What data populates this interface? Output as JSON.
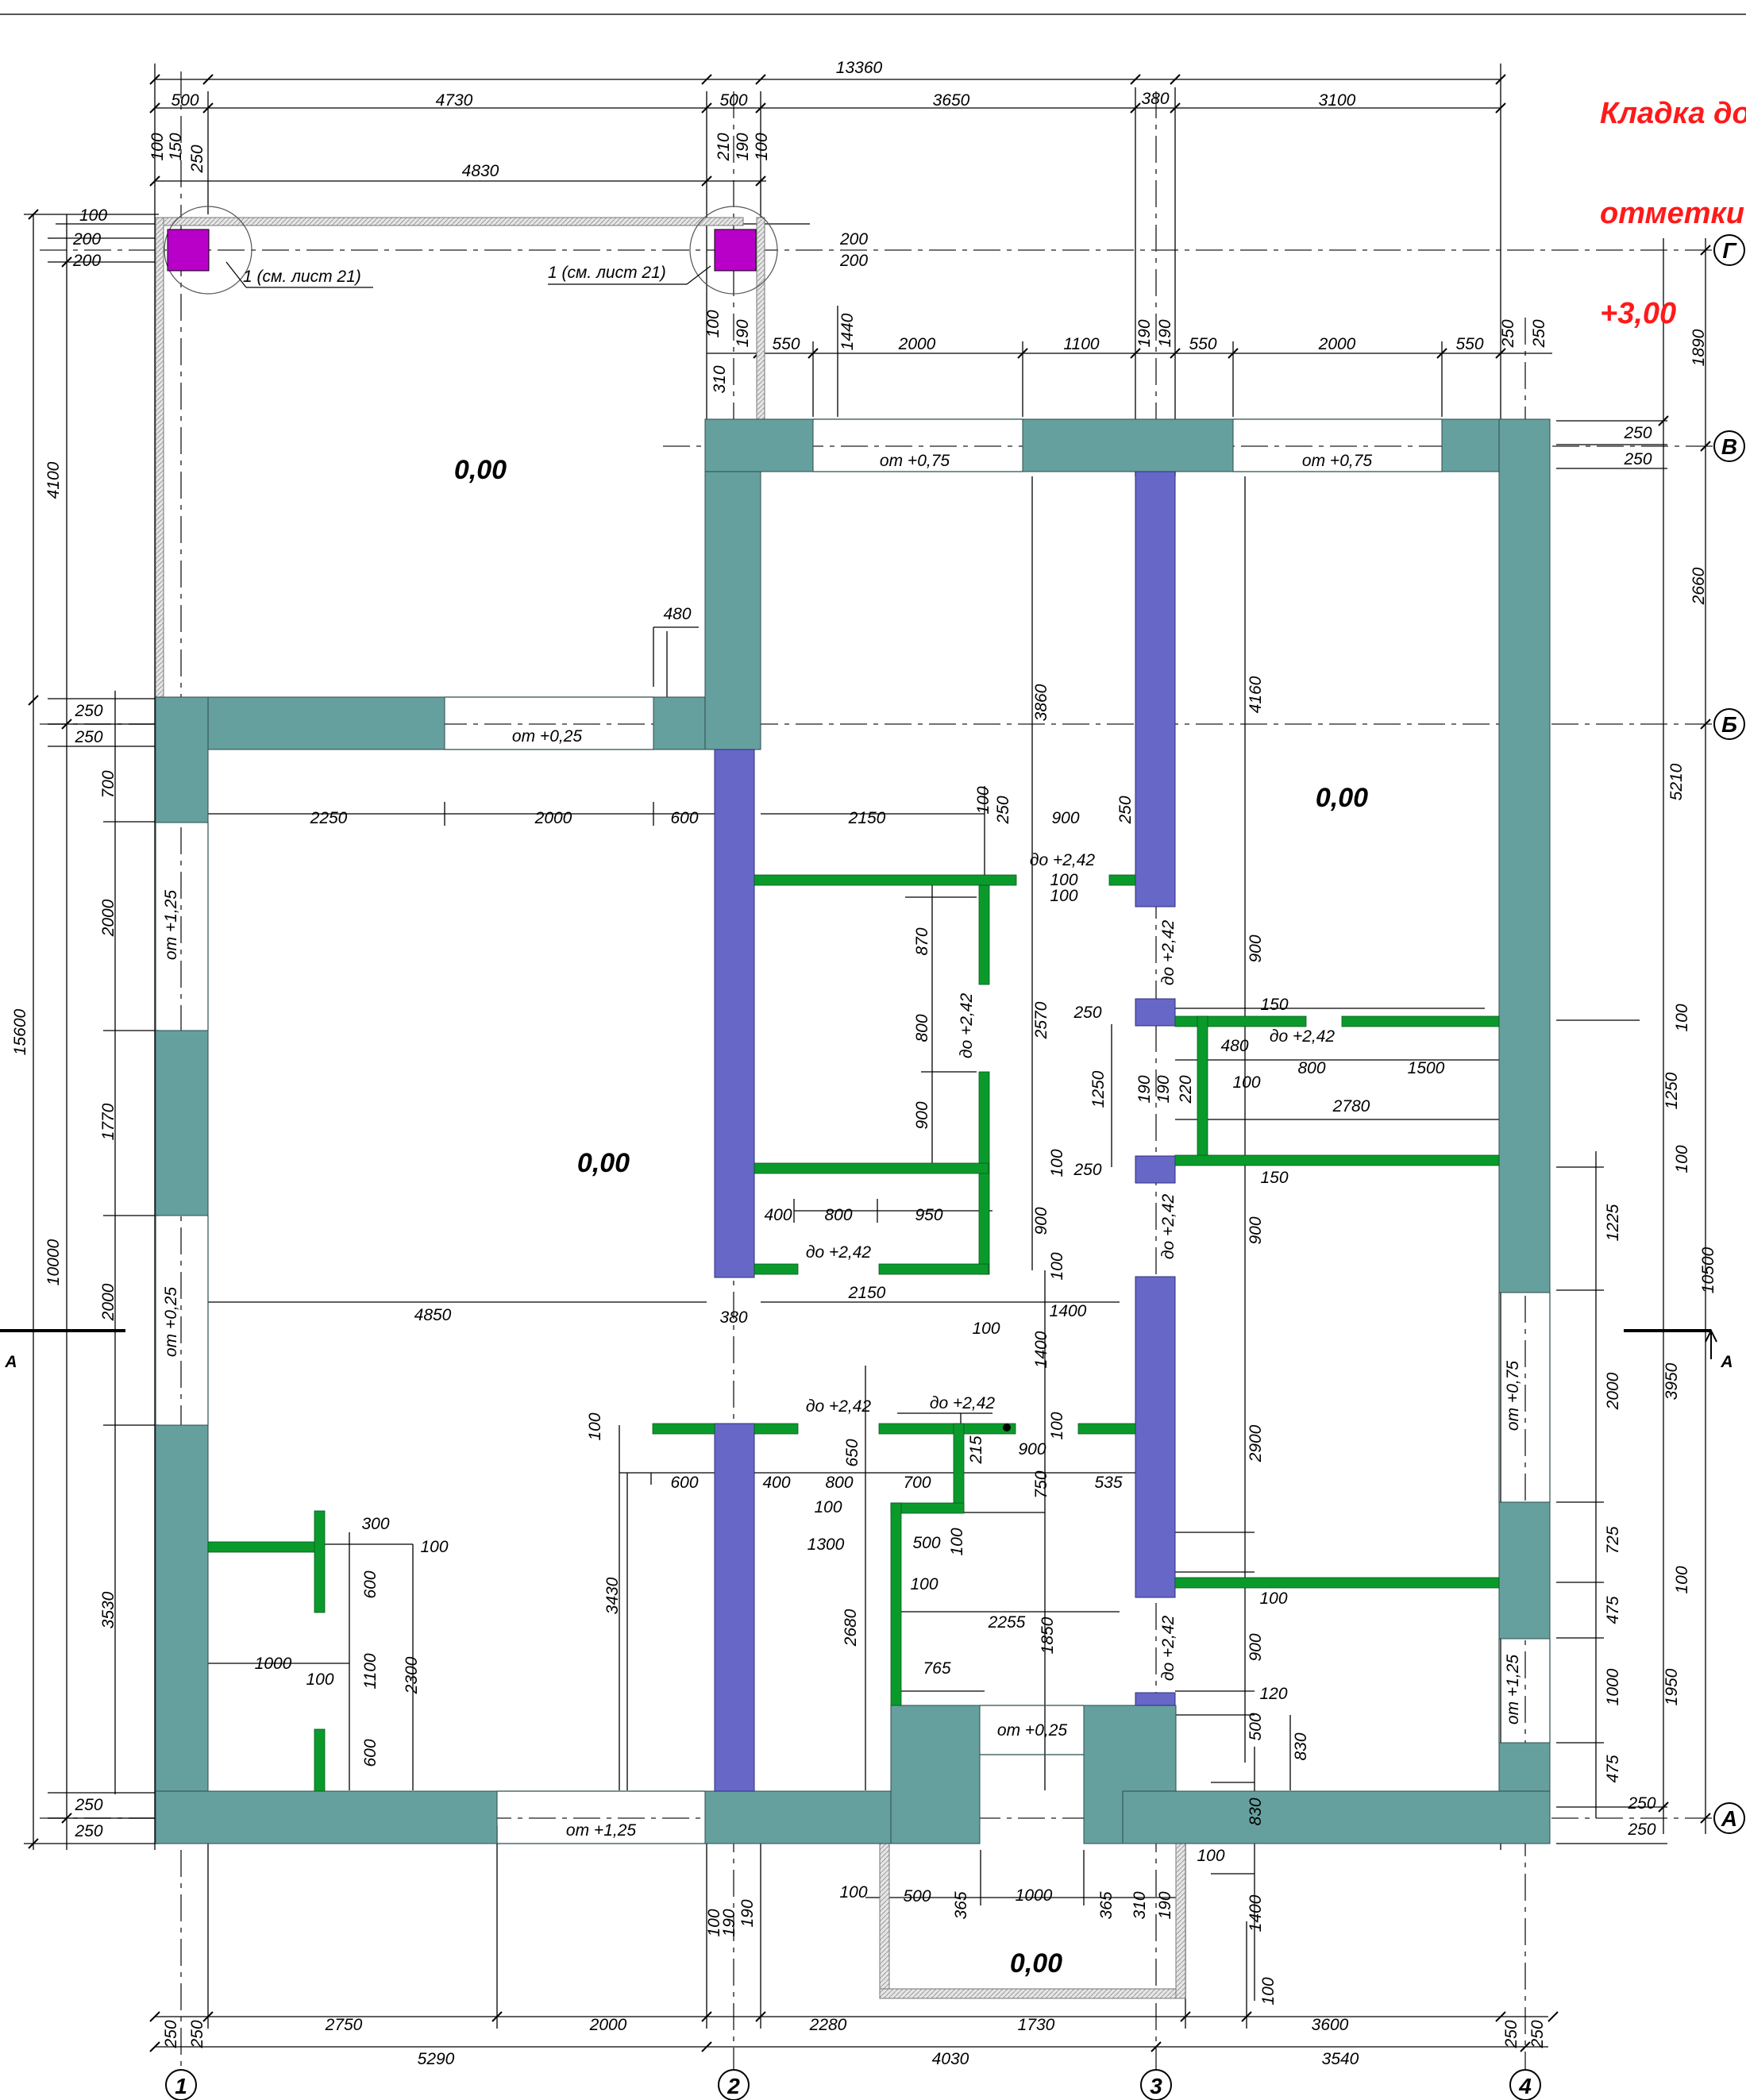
{
  "note": {
    "line1": "Кладка до",
    "line2": "отметки",
    "line3": "+3,00"
  },
  "colors": {
    "wall_main": "#66a09e",
    "wall_inner": "#6767c8",
    "partition": "#0a9a2c",
    "column": "#b800c8",
    "frame": "#c0c0c0"
  },
  "axes": {
    "vertical": [
      "1",
      "2",
      "3",
      "4"
    ],
    "horizontal": [
      "Г",
      "В",
      "Б",
      "А"
    ]
  },
  "section": {
    "left": "A",
    "right": "A"
  },
  "column_refs": {
    "left": "1 (см. лист 21)",
    "right": "1 (см. лист 21)"
  },
  "room_marks": {
    "top_left": "0,00",
    "right": "0,00",
    "center": "0,00",
    "porch": "0,00"
  },
  "levels": {
    "win_top_1": "от +0,75",
    "win_top_2": "от +0,75",
    "win_b": "от +0,25",
    "win_left_1": "от +1,25",
    "win_left_2": "от +0,25",
    "win_right_1": "от +0,75",
    "win_right_2": "от +1,25",
    "win_bottom": "от +1,25",
    "win_porch": "от +0,25",
    "p1": "до +2,42",
    "p2": "до +2,42",
    "p3": "до +2,42",
    "p4": "до +2,42",
    "p5": "до +2,42",
    "p6": "до +2,42",
    "p7": "до +2,42",
    "p8": "до +2,42",
    "p9": "до +2,42"
  },
  "dims": {
    "top_overall": "13360",
    "t_500a": "500",
    "t_4730": "4730",
    "t_500b": "500",
    "t_3650": "3650",
    "t_380": "380",
    "t_3100": "3100",
    "t_100": "100",
    "t_150": "150",
    "t_250": "250",
    "t_4830": "4830",
    "t_210": "210",
    "t_190": "190",
    "t_100b": "100",
    "c_100": "100",
    "c_200a": "200",
    "c_200b": "200",
    "c_200c": "200",
    "c_200d": "200",
    "v_100": "100",
    "v_190": "190",
    "v_310": "310",
    "v_1440": "1440",
    "r_550a": "550",
    "r_2000a": "2000",
    "r_1100": "1100",
    "r_190a": "190",
    "r_190b": "190",
    "r_550b": "550",
    "r_2000b": "2000",
    "r_550c": "550",
    "r_250a": "250",
    "r_250b": "250",
    "right_1890": "1890",
    "right_250a": "250",
    "right_250b": "250",
    "right_2660": "2660",
    "right_5210": "5210",
    "right_100a": "100",
    "right_1250": "1250",
    "right_100b": "100",
    "right_1225": "1225",
    "right_10500": "10500",
    "right_2000": "2000",
    "right_3950": "3950",
    "right_725": "725",
    "right_100c": "100",
    "right_475a": "475",
    "right_1000": "1000",
    "right_1950": "1950",
    "right_475b": "475",
    "right_250c": "250",
    "right_250d": "250",
    "left_15600": "15600",
    "left_4100": "4100",
    "left_250a": "250",
    "left_250b": "250",
    "left_700": "700",
    "left_2000a": "2000",
    "left_1770": "1770",
    "left_10000": "10000",
    "left_2000b": "2000",
    "left_3530": "3530",
    "left_250c": "250",
    "left_250d": "250",
    "i_480": "480",
    "i_2250": "2250",
    "i_2000": "2000",
    "i_600": "600",
    "i_2150a": "2150",
    "i_100a": "100",
    "i_250a": "250",
    "i_900a": "900",
    "i_250b": "250",
    "i_100b": "100",
    "i_100c": "100",
    "i_3860": "3860",
    "i_4160": "4160",
    "i_870": "870",
    "i_800a": "800",
    "i_2570": "2570",
    "i_900b": "900",
    "i_250c": "250",
    "i_150a": "150",
    "i_480b": "480",
    "i_800b": "800",
    "i_1500": "1500",
    "i_1250": "1250",
    "i_190c": "190",
    "i_190d": "190",
    "i_220": "220",
    "i_100d": "100",
    "i_2780": "2780",
    "i_900c": "900",
    "i_100e": "100",
    "i_250d": "250",
    "i_150b": "150",
    "i_400a": "400",
    "i_800c": "800",
    "i_950": "950",
    "i_900d": "900",
    "i_100f": "100",
    "i_2150b": "2150",
    "i_900e": "900",
    "i_4850": "4850",
    "i_380": "380",
    "i_100g": "100",
    "i_1400a": "1400",
    "i_1400b": "1400",
    "i_100h": "100",
    "i_650": "650",
    "i_215": "215",
    "i_900f": "900",
    "i_100i": "100",
    "i_2900": "2900",
    "i_600b": "600",
    "i_400b": "400",
    "i_800d": "800",
    "i_700": "700",
    "i_535": "535",
    "i_750": "750",
    "i_100j": "100",
    "i_1300": "1300",
    "i_500": "500",
    "i_100k": "100",
    "i_300": "300",
    "i_100l": "100",
    "i_600c": "600",
    "i_3430": "3430",
    "i_2680": "2680",
    "i_100m": "100",
    "i_2255": "2255",
    "i_1850": "1850",
    "i_100n": "100",
    "i_900g": "900",
    "i_1000": "1000",
    "i_100o": "100",
    "i_1100": "1100",
    "i_2300": "2300",
    "i_765": "765",
    "i_120": "120",
    "i_500b": "500",
    "i_830a": "830",
    "i_600d": "600",
    "i_830b": "830",
    "p_100a": "100",
    "p_500": "500",
    "p_365a": "365",
    "p_1000": "1000",
    "p_365b": "365",
    "p_310": "310",
    "p_190": "190",
    "p_100b": "100",
    "p_1400": "1400",
    "p_100c": "100",
    "b_100": "100",
    "b_190a": "190",
    "b_190b": "190",
    "bot_250a": "250",
    "bot_250b": "250",
    "bot_2750": "2750",
    "bot_2000": "2000",
    "bot_2280": "2280",
    "bot_1730": "1730",
    "bot_3600": "3600",
    "bot_250c": "250",
    "bot_250d": "250",
    "bot_5290": "5290",
    "bot_4030": "4030",
    "bot_3540": "3540"
  }
}
